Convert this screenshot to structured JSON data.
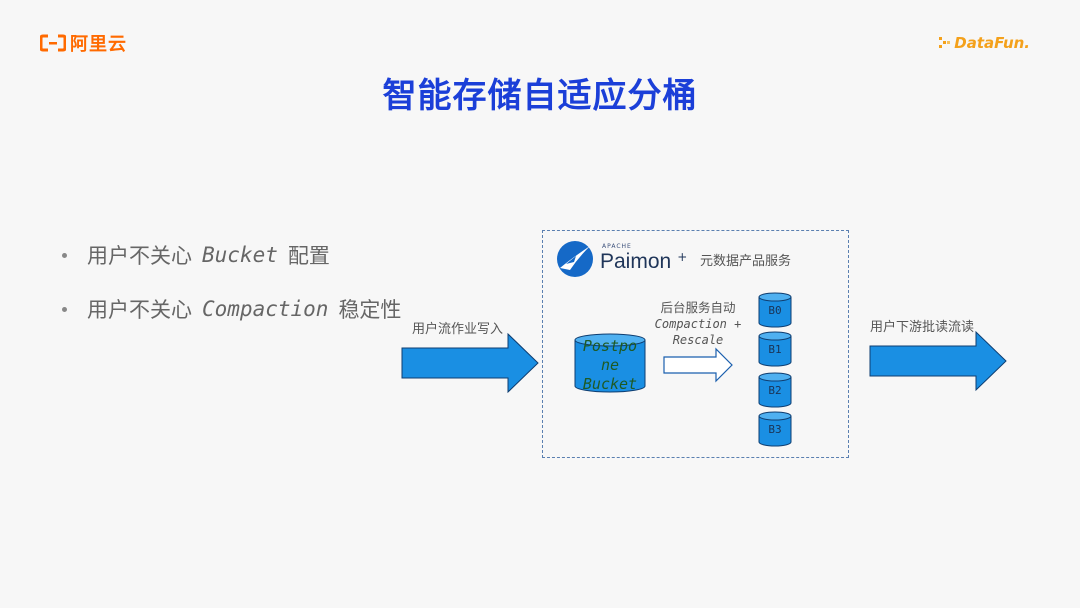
{
  "header": {
    "aliyun_logo_text": "阿里云",
    "datafun_logo_text": "DataFun."
  },
  "title": "智能存储自适应分桶",
  "bullets": [
    {
      "prefix": "用户不关心",
      "code": "Bucket",
      "suffix": "配置"
    },
    {
      "prefix": "用户不关心",
      "code": "Compaction",
      "suffix": "稳定性"
    }
  ],
  "diagram": {
    "write_label": "用户流作业写入",
    "read_label": "用户下游批读流读",
    "service_box": {
      "logo_apache": "APACHE",
      "logo_name": "Paimon",
      "logo_plus": "+",
      "meta_label": "元数据产品服务"
    },
    "background_label": {
      "line1": "后台服务自动",
      "line2": "Compaction +",
      "line3": "Rescale"
    },
    "postpone_bucket": [
      "Postpo",
      "ne",
      "Bucket"
    ],
    "buckets": [
      "B0",
      "B1",
      "B2",
      "B3"
    ],
    "colors": {
      "title": "#1b3fd8",
      "arrow_fill": "#1a8fe3",
      "cylinder_fill": "#1a8fe3",
      "postpone_text": "#1e5a24",
      "brand_aliyun": "#ff6a00",
      "brand_datafun": "#f4a11b"
    }
  }
}
